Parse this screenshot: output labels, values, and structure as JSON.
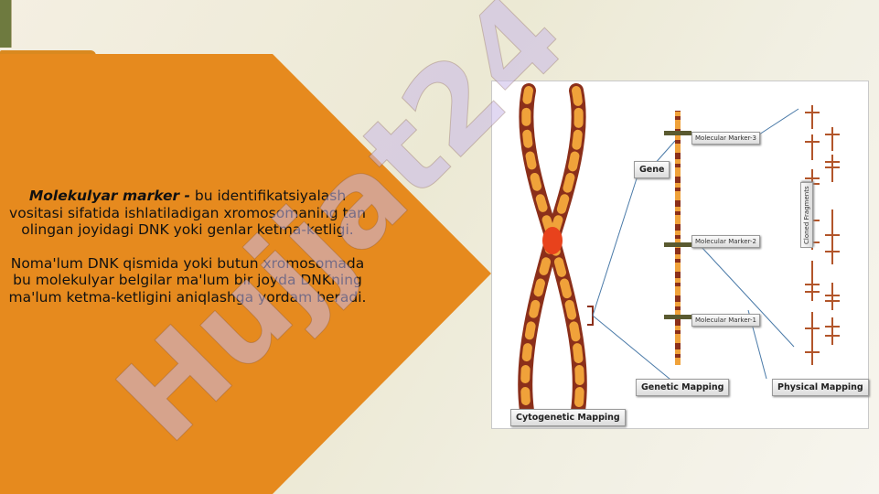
{
  "text": {
    "definition_term": "Molekulyar marker -",
    "definition_body": " bu identifikatsiyalash vositasi sifatida ishlatiladigan xromosomaning tan olingan joyidagi DNK yoki genlar ketma-ketligi.",
    "paragraph2": "Noma'lum DNK qismida yoki butun xromosomada bu molekulyar belgilar ma'lum bir joyda DNKning ma'lum ketma-ketligini aniqlashga yordam beradi."
  },
  "watermark": {
    "text": "Hujjat24"
  },
  "figure": {
    "gene": "Gene",
    "marker3": "Molecular Marker-3",
    "marker2": "Molecular Marker-2",
    "marker1": "Molecular Marker-1",
    "cloned": "Cloned Fragments",
    "genetic": "Genetic Mapping",
    "physical": "Physical Mapping",
    "cytogenetic": "Cytogenetic Mapping"
  },
  "colors": {
    "orange_panel": "#e68a1e",
    "chromosome_dark": "#8b2f1a",
    "chromosome_light": "#f0a23a",
    "watermark_purple": "#c9b8e8",
    "watermark_brown": "#6b3a1a"
  }
}
